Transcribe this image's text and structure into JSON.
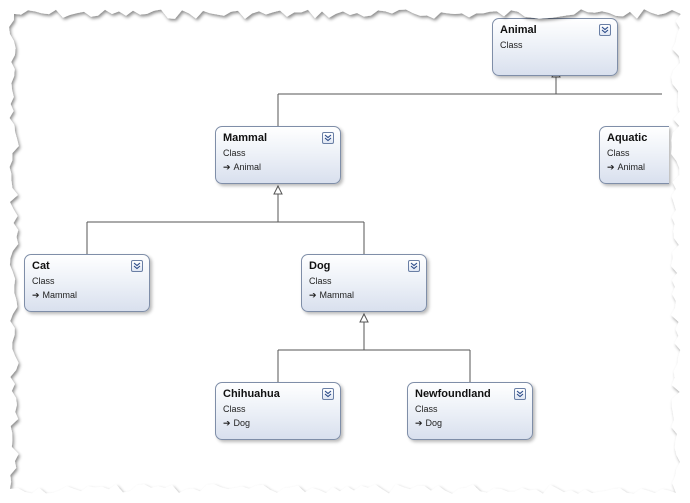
{
  "classes": {
    "animal": {
      "name": "Animal",
      "kind": "Class",
      "base": ""
    },
    "mammal": {
      "name": "Mammal",
      "kind": "Class",
      "base": "Animal"
    },
    "aquatic": {
      "name": "Aquatic",
      "kind": "Class",
      "base": "Animal"
    },
    "cat": {
      "name": "Cat",
      "kind": "Class",
      "base": "Mammal"
    },
    "dog": {
      "name": "Dog",
      "kind": "Class",
      "base": "Mammal"
    },
    "chihuahua": {
      "name": "Chihuahua",
      "kind": "Class",
      "base": "Dog"
    },
    "newfoundland": {
      "name": "Newfoundland",
      "kind": "Class",
      "base": "Dog"
    }
  },
  "icons": {
    "collapse": "double-chevron-down-icon",
    "inheritance": "arrow-right-icon"
  },
  "colors": {
    "box_border": "#7f8ea8",
    "box_gradient_top": "#ffffff",
    "box_gradient_bottom": "#d9e0ee",
    "connector": "#555555"
  }
}
